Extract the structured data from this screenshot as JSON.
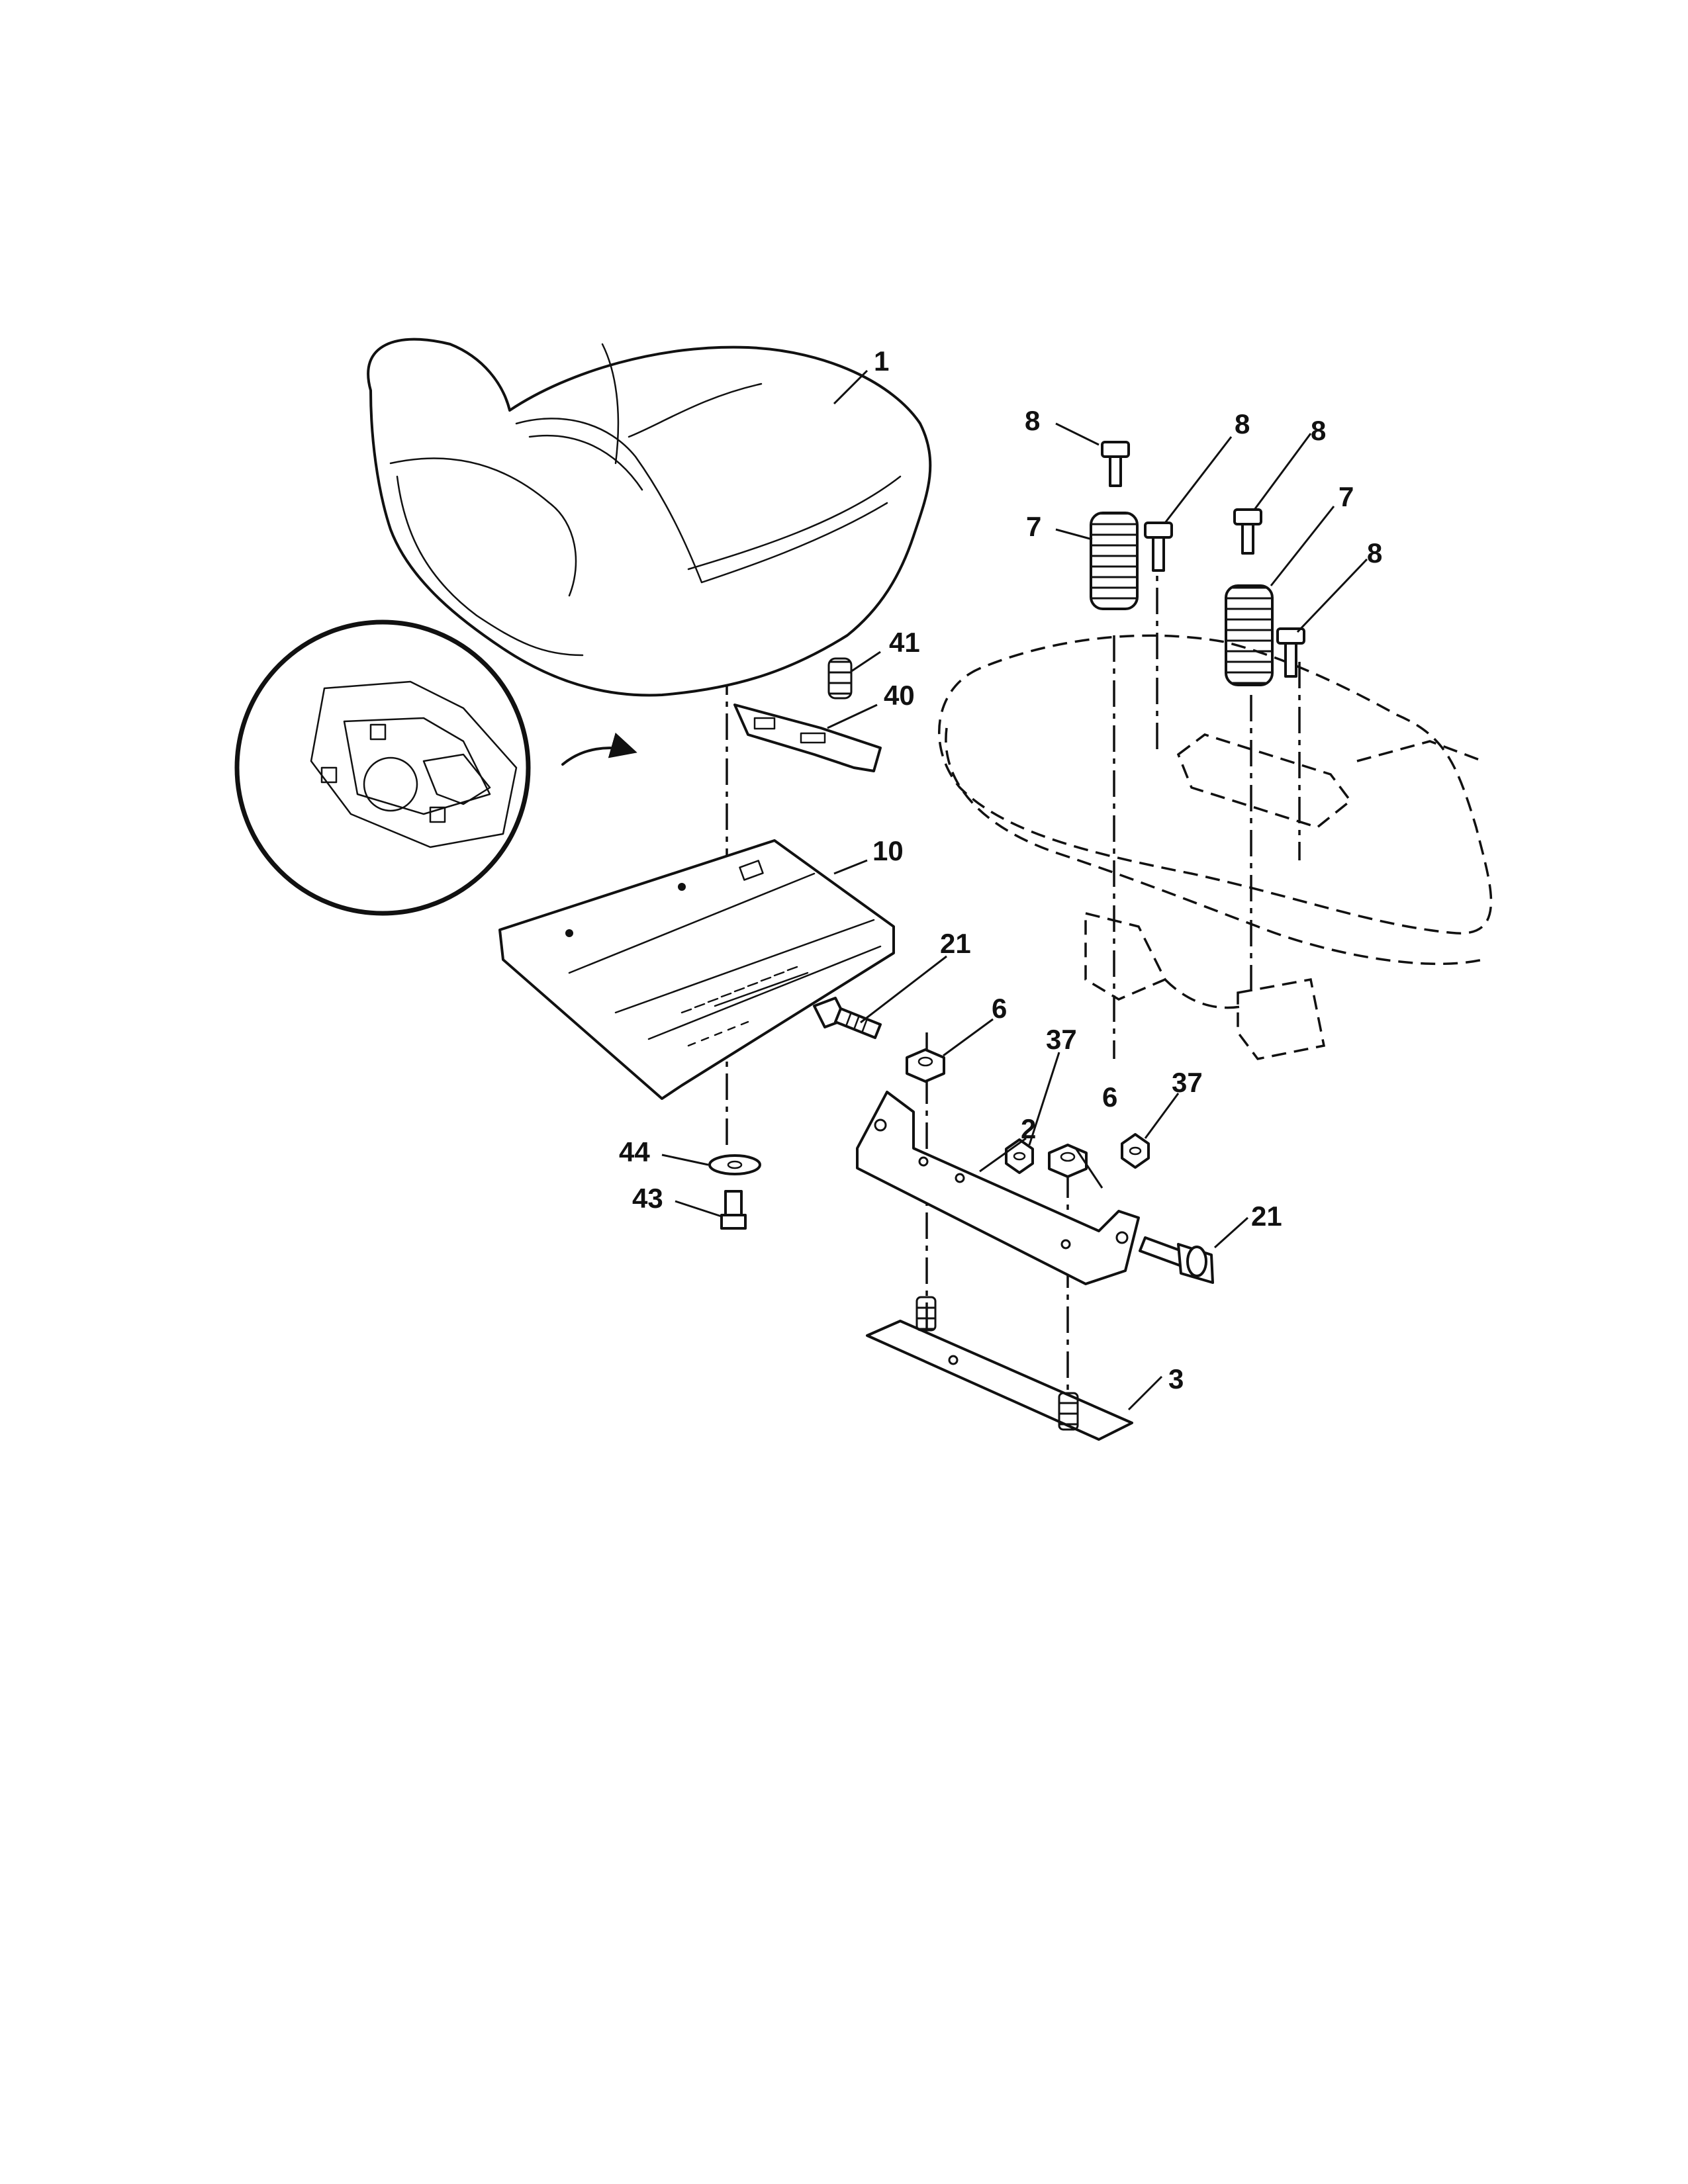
{
  "callouts": {
    "c1": "1",
    "c2": "2",
    "c3": "3",
    "c6a": "6",
    "c6b": "6",
    "c7a": "7",
    "c7b": "7",
    "c8a": "8",
    "c8b": "8",
    "c8c": "8",
    "c8d": "8",
    "c10": "10",
    "c21a": "21",
    "c21b": "21",
    "c37a": "37",
    "c37b": "37",
    "c40": "40",
    "c41": "41",
    "c43": "43",
    "c44": "44"
  }
}
